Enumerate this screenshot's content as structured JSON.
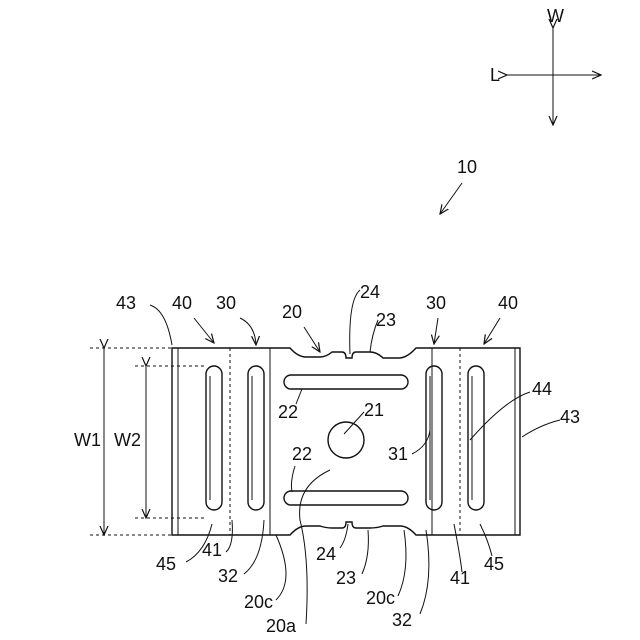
{
  "axes": {
    "w": "W",
    "l": "L"
  },
  "labels": {
    "assembly": "10",
    "l43_left": "43",
    "l40_left": "40",
    "l30_left": "30",
    "l20": "20",
    "l24_top": "24",
    "l23_top": "23",
    "l30_right": "30",
    "l40_right": "40",
    "l44": "44",
    "l43_right": "43",
    "l22_top": "22",
    "l21": "21",
    "l22_bottom": "22",
    "l31": "31",
    "w1": "W1",
    "w2": "W2",
    "l45_left": "45",
    "l41_left": "41",
    "l32_left": "32",
    "l20c_left": "20c",
    "l20a": "20a",
    "l24_bottom": "24",
    "l23_bottom": "23",
    "l20c_right": "20c",
    "l32_right": "32",
    "l41_right": "41",
    "l45_right": "45"
  }
}
